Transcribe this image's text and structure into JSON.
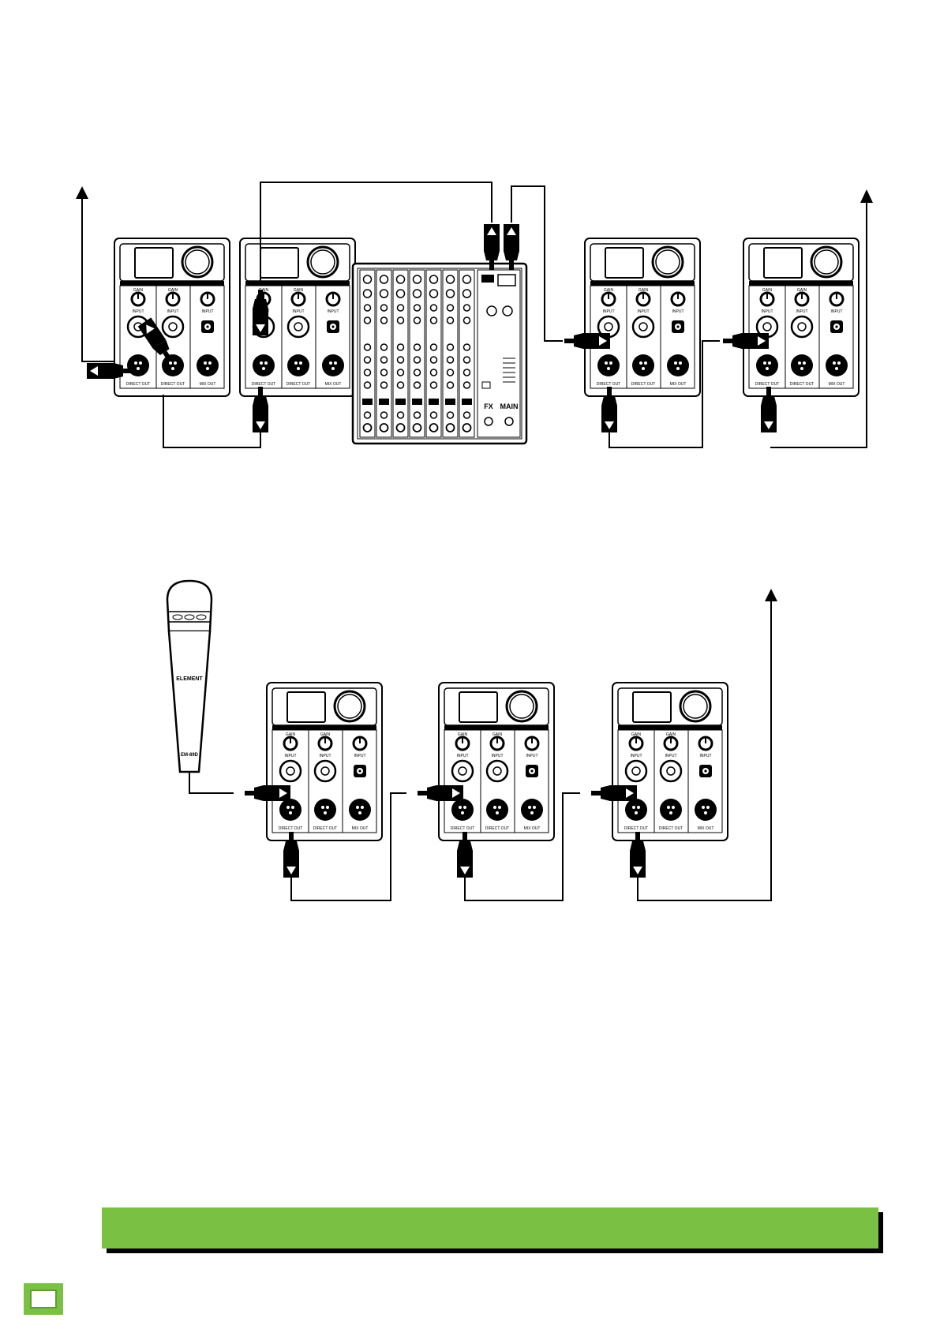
{
  "colors": {
    "accent_green": "#7ac143",
    "line": "#000000"
  },
  "diagram_top": {
    "speakers_left": [
      {
        "id": "speaker-1"
      },
      {
        "id": "speaker-2"
      }
    ],
    "mixer": {
      "id": "mixer",
      "section_labels": [
        "FX",
        "MAIN"
      ]
    },
    "speakers_right": [
      {
        "id": "speaker-3"
      },
      {
        "id": "speaker-4"
      }
    ]
  },
  "diagram_bottom": {
    "microphone": {
      "id": "microphone",
      "brand": "ELEMENT",
      "model": "EM-89D"
    },
    "speakers": [
      {
        "id": "speaker-5"
      },
      {
        "id": "speaker-6"
      },
      {
        "id": "speaker-7"
      }
    ]
  },
  "speaker_panel": {
    "knob_labels": [
      "GAIN",
      "GAIN",
      "INPUT"
    ],
    "jack_labels": [
      "INPUT",
      "INPUT",
      "INPUT"
    ],
    "out_labels": [
      "DIRECT OUT",
      "DIRECT OUT",
      "MIX OUT"
    ]
  },
  "icons": [
    "arrow-up-icon",
    "xlr-connector-icon",
    "microphone-icon",
    "mixer-icon"
  ]
}
